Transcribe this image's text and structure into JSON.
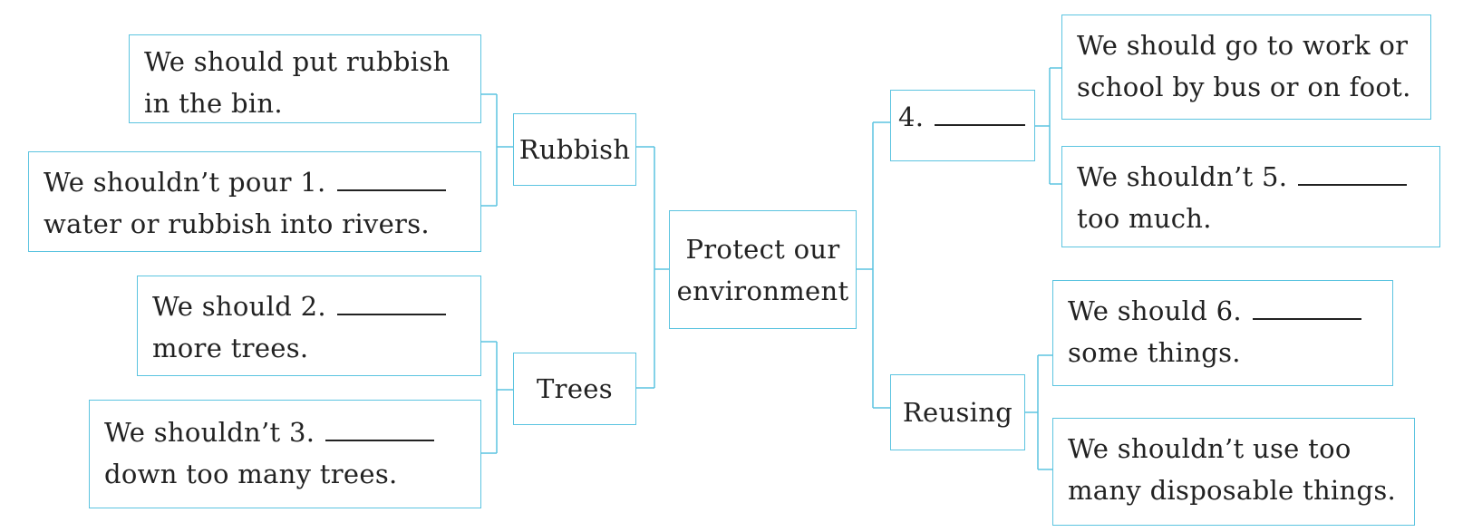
{
  "center": {
    "line1": "Protect our",
    "line2": "environment"
  },
  "rubbish": {
    "label": "Rubbish",
    "item1": {
      "line1": "We should put rubbish",
      "line2": "in the bin."
    },
    "item2": {
      "line1": "We shouldn’t pour 1.",
      "line2": "water or rubbish into rivers."
    }
  },
  "trees": {
    "label": "Trees",
    "item1": {
      "line1": "We should 2.",
      "line2": "more trees."
    },
    "item2": {
      "line1": "We shouldn’t 3.",
      "line2": "down too many trees."
    }
  },
  "topic4": {
    "label": "4.",
    "item1": {
      "line1": "We should go to work or",
      "line2": "school by bus or on foot."
    },
    "item2": {
      "line1": "We shouldn’t 5.",
      "line2": "too much."
    }
  },
  "reusing": {
    "label": "Reusing",
    "item1": {
      "line1": "We should 6.",
      "line2": "some things."
    },
    "item2": {
      "line1": "We shouldn’t use too",
      "line2": "many disposable things."
    }
  },
  "colors": {
    "line": "#5cc4e0"
  }
}
